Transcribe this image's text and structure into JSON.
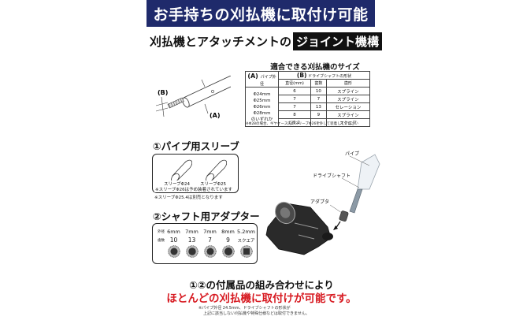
{
  "banner": {
    "title": "お手持ちの刈払機に取付け可能",
    "bg_color": "#1f2a6b"
  },
  "subtitle": {
    "text": "刈払機とアタッチメントの",
    "highlight": "ジョイント機構"
  },
  "diagram": {
    "label_b": "(B)",
    "label_a": "(A)"
  },
  "fit_table": {
    "title": "適合できる刈払機のサイズ",
    "header_a": "(A)",
    "header_a_sub": "パイプ外径",
    "header_b": "(B)",
    "header_b_sub": "ドライブシャフトの形状",
    "columns": [
      "直径(mm)",
      "歯数",
      "歯形"
    ],
    "pipe_sizes": [
      "Φ24mm",
      "Φ25mm",
      "Φ26mm",
      "Φ28mm",
      "のいずれか"
    ],
    "rows": [
      [
        "6",
        "10",
        "スプライン"
      ],
      [
        "7",
        "7",
        "スプライン"
      ],
      [
        "7",
        "13",
        "セレーション"
      ],
      [
        "8",
        "9",
        "スプライン"
      ],
      [
        "□5.2",
        "－",
        "スクエア"
      ]
    ],
    "note": "※Φ28の場合、ギヤケース内のスリーブΦ26を外して装着してください"
  },
  "section1": {
    "title": "①パイプ用スリーブ",
    "sleeves": [
      "スリーブΦ24",
      "スリーブΦ25"
    ],
    "note1": "※スリーブΦ26は予め装着されています",
    "note2": "※スリーブΦ25.4は別売となります"
  },
  "section2": {
    "title": "②シャフト用アダプター",
    "row_label_diameter": "外径",
    "row_label_teeth": "歯数",
    "adapters": [
      {
        "diameter": "6mm",
        "teeth": "10"
      },
      {
        "diameter": "7mm",
        "teeth": "13"
      },
      {
        "diameter": "7mm",
        "teeth": "7"
      },
      {
        "diameter": "8mm",
        "teeth": "9"
      },
      {
        "diameter": "5.2mm",
        "teeth": "スクエア"
      }
    ]
  },
  "photo": {
    "callouts": [
      "パイプ",
      "ドライブシャフト",
      "アダプタ"
    ]
  },
  "footer": {
    "line1": "①②の付属品の組み合わせにより",
    "line2": "ほとんどの刈払機に取付けが可能です。",
    "line2_color": "#d71920",
    "note1": "※パイプ外径 24.5mm、ドライブシャフトの形状が",
    "note2": "上記に該当しない刈払機や特殊仕様などは取付できません。"
  }
}
